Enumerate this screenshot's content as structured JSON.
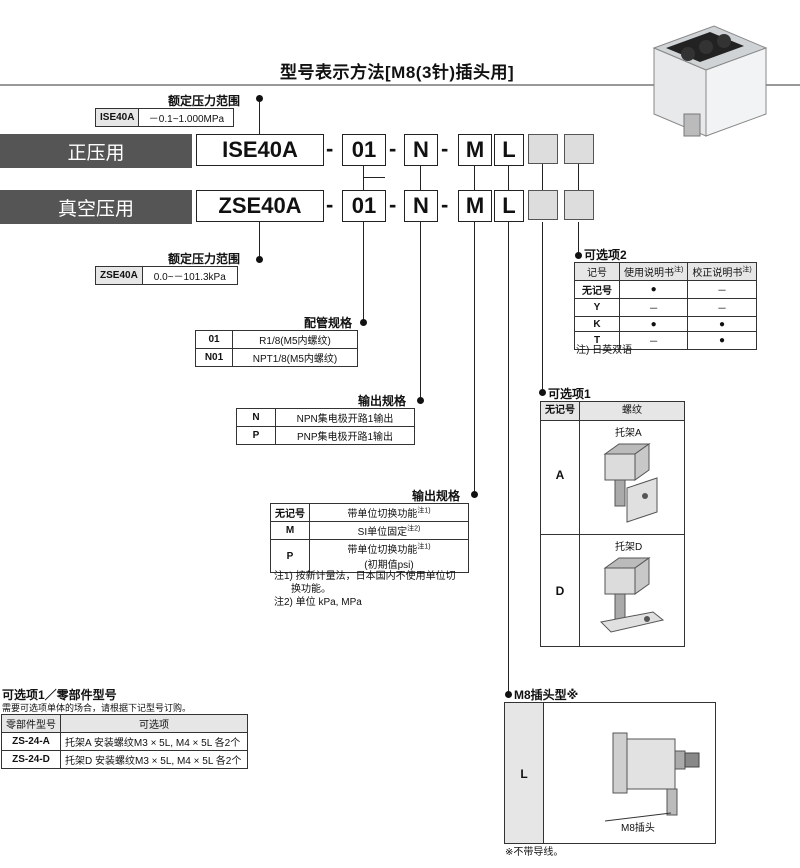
{
  "title": "型号表示方法[M8(3针)插头用]",
  "rows": [
    {
      "label": "正压用",
      "model": "ISE40A",
      "port": "01",
      "output": "N",
      "unit": "M",
      "connector": "L"
    },
    {
      "label": "真空压用",
      "model": "ZSE40A",
      "port": "01",
      "output": "N",
      "unit": "M",
      "connector": "L"
    }
  ],
  "dash": "-",
  "rated_pos": {
    "title": "额定压力范围",
    "code": "ISE40A",
    "range": "－0.1~1.000MPa"
  },
  "rated_vac": {
    "title": "额定压力范围",
    "code": "ZSE40A",
    "range": "0.0~－101.3kPa"
  },
  "piping": {
    "title": "配管规格",
    "items": [
      {
        "code": "01",
        "desc": "R1/8(M5内螺纹)"
      },
      {
        "code": "N01",
        "desc": "NPT1/8(M5内螺纹)"
      }
    ]
  },
  "output": {
    "title": "输出规格",
    "items": [
      {
        "code": "N",
        "desc": "NPN集电极开路1输出"
      },
      {
        "code": "P",
        "desc": "PNP集电极开路1输出"
      }
    ]
  },
  "unit": {
    "title": "输出规格",
    "items": [
      {
        "code": "无记号",
        "desc": "带单位切换功能",
        "note": "注1)"
      },
      {
        "code": "M",
        "desc": "SI单位固定",
        "note": "注2)"
      },
      {
        "code": "P",
        "desc": "带单位切换功能",
        "note": "注1)",
        "desc2": "(初期值psi)"
      }
    ],
    "notes": [
      "注1) 按新计量法，日本国内不使用单位切",
      "换功能。",
      "注2) 单位   kPa, MPa"
    ]
  },
  "option2": {
    "title": "可选项2",
    "headers": [
      "记号",
      "使用说明书",
      "校正说明书"
    ],
    "header_note": "注)",
    "rows": [
      {
        "code": "无记号",
        "a": "●",
        "b": "－"
      },
      {
        "code": "Y",
        "a": "－",
        "b": "－"
      },
      {
        "code": "K",
        "a": "●",
        "b": "●"
      },
      {
        "code": "T",
        "a": "－",
        "b": "●"
      }
    ],
    "note": "注) 日英双语"
  },
  "option1": {
    "title": "可选项1",
    "headers": [
      "无记号",
      "螺纹"
    ],
    "items": [
      {
        "code": "A",
        "name": "托架A"
      },
      {
        "code": "D",
        "name": "托架D"
      }
    ]
  },
  "parts": {
    "title": "可选项1／零部件型号",
    "subtitle": "需要可选项单体的场合，请根据下记型号订购。",
    "headers": [
      "零部件型号",
      "可选项"
    ],
    "rows": [
      {
        "code": "ZS-24-A",
        "desc": "托架A 安装螺纹M3 × 5L, M4 × 5L 各2个"
      },
      {
        "code": "ZS-24-D",
        "desc": "托架D 安装螺纹M3 × 5L, M4 × 5L 各2个"
      }
    ]
  },
  "m8": {
    "title": "M8插头型※",
    "code": "L",
    "caption": "M8插头",
    "footnote": "※不带导线。"
  },
  "colors": {
    "dark_bar": "#555555",
    "gray_box": "#dddddd"
  }
}
